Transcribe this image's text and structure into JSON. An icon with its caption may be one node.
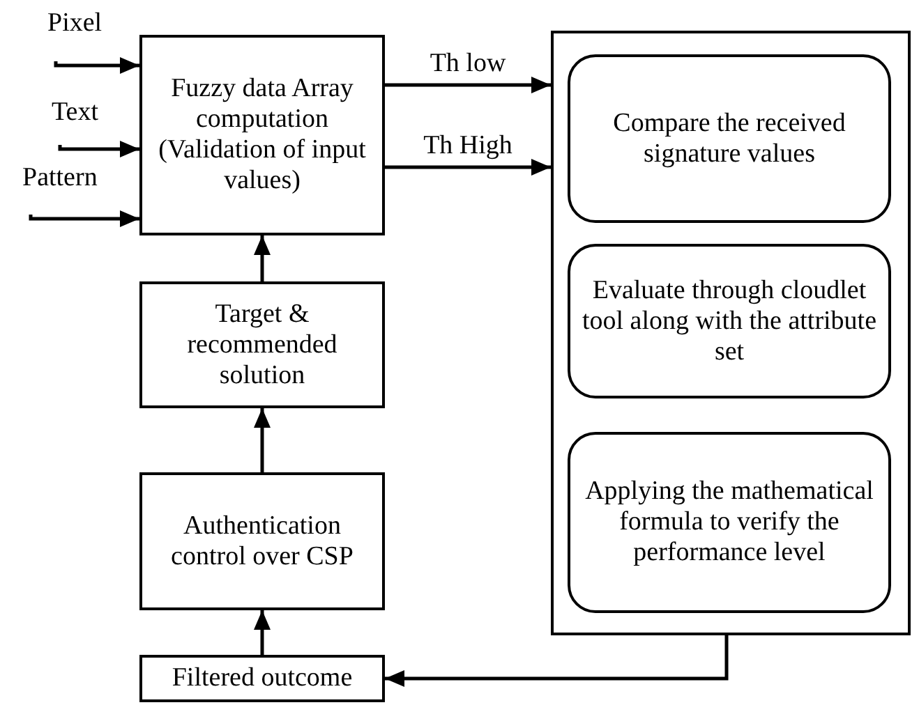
{
  "diagram": {
    "nodes": [
      {
        "text": [
          "Pixel"
        ]
      },
      {
        "text": [
          "Text"
        ]
      },
      {
        "text": [
          "Pattern"
        ]
      },
      {
        "text": [
          "Fuzzy data Array computation (Validation of input values)"
        ]
      },
      {
        "text": [
          "Target & recommended solution"
        ]
      },
      {
        "text": [
          "Authentication control over CSP"
        ]
      },
      {
        "text": [
          "Filtered outcome"
        ]
      },
      {
        "text": [],
        "shape": "box"
      },
      {
        "text": [
          "Compare the received signature values"
        ],
        "in": 7
      },
      {
        "text": [
          "Evaluate through cloudlet tool along with the attribute set"
        ],
        "in": 7
      },
      {
        "text": [
          "Applying the mathematical formula to verify the performance level"
        ],
        "in": 7
      }
    ],
    "edges": [
      {
        "from": 0,
        "to": 3,
        "arrow": "to"
      },
      {
        "from": 1,
        "to": 3,
        "arrow": "to"
      },
      {
        "from": 2,
        "to": 3,
        "arrow": "to"
      },
      {
        "from": 3,
        "to": 7,
        "arrow": "to",
        "label": "Th low"
      },
      {
        "from": 3,
        "to": 7,
        "arrow": "to",
        "label": "Th High"
      },
      {
        "from": 4,
        "to": 3,
        "arrow": "to"
      },
      {
        "from": 5,
        "to": 4,
        "arrow": "to"
      },
      {
        "from": 6,
        "to": 5,
        "arrow": "to"
      },
      {
        "from": 7,
        "to": 6,
        "arrow": "to"
      }
    ]
  }
}
